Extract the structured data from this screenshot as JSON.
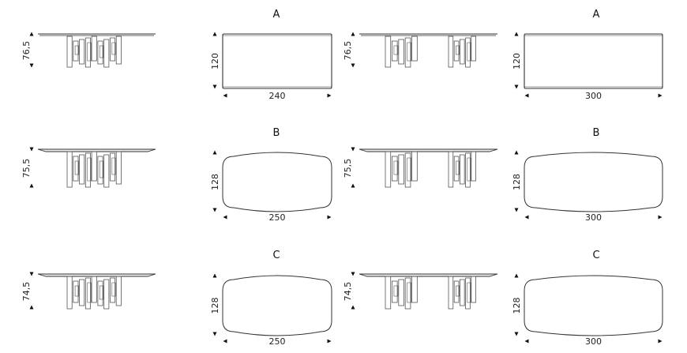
{
  "colors": {
    "line": "#333333",
    "leg": "#555555",
    "text": "#222222"
  },
  "rows": [
    {
      "model": "A",
      "shape": "rectangle",
      "small": {
        "height": "76,5",
        "width": "240",
        "depth": "120"
      },
      "large": {
        "height": "76,5",
        "width": "300",
        "depth": "120"
      }
    },
    {
      "model": "B",
      "shape": "barrel",
      "small": {
        "height": "75,5",
        "width": "250",
        "depth": "128"
      },
      "large": {
        "height": "75,5",
        "width": "300",
        "depth": "128"
      }
    },
    {
      "model": "C",
      "shape": "barrel",
      "small": {
        "height": "74,5",
        "width": "250",
        "depth": "128"
      },
      "large": {
        "height": "74,5",
        "width": "300",
        "depth": "128"
      }
    }
  ]
}
